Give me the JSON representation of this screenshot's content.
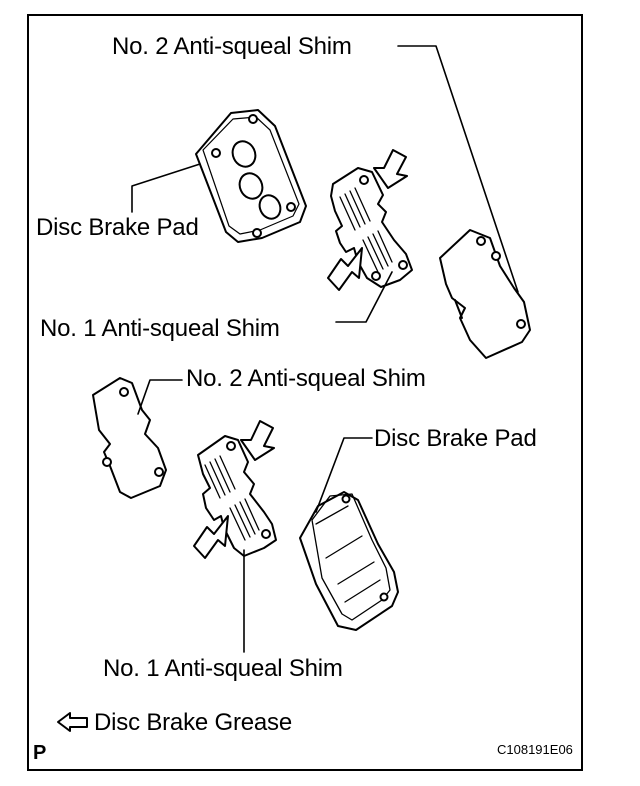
{
  "labels": {
    "top_shim2": "No. 2 Anti-squeal Shim",
    "top_pad": "Disc Brake Pad",
    "top_shim1": "No. 1 Anti-squeal Shim",
    "bottom_shim2": "No. 2 Anti-squeal Shim",
    "bottom_pad": "Disc Brake Pad",
    "bottom_shim1": "No. 1 Anti-squeal Shim"
  },
  "legend": {
    "text": "Disc Brake Grease"
  },
  "footer": {
    "marker": "P",
    "code": "C108191E06"
  }
}
